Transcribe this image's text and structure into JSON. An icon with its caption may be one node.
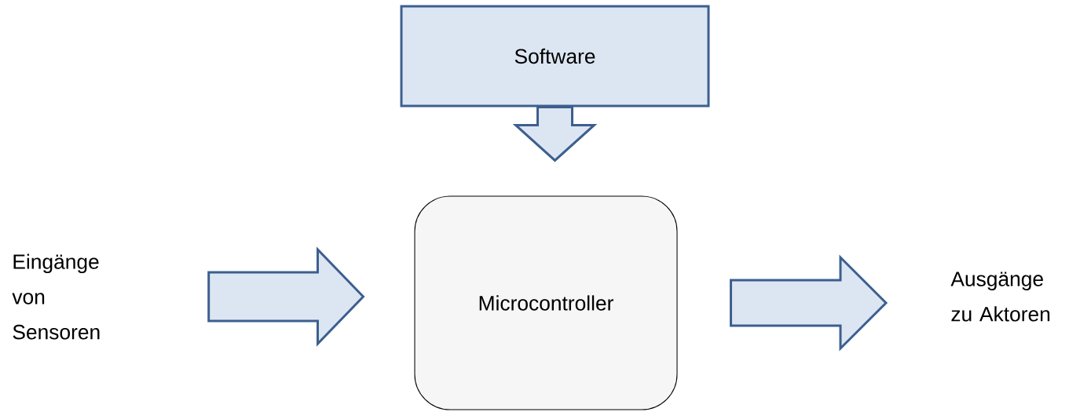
{
  "diagram": {
    "nodes": [
      {
        "text": [
          "Software"
        ]
      },
      {
        "text": [
          "Microcontroller"
        ]
      },
      {
        "text": [
          "Eingänge von Sensoren"
        ]
      },
      {
        "text": [
          "Ausgänge zu Aktoren"
        ]
      }
    ],
    "edges": [
      {
        "from": 0,
        "to": 1,
        "arrow": "to"
      },
      {
        "from": 2,
        "to": 1,
        "arrow": "to"
      },
      {
        "from": 1,
        "to": 3,
        "arrow": "to"
      }
    ]
  }
}
